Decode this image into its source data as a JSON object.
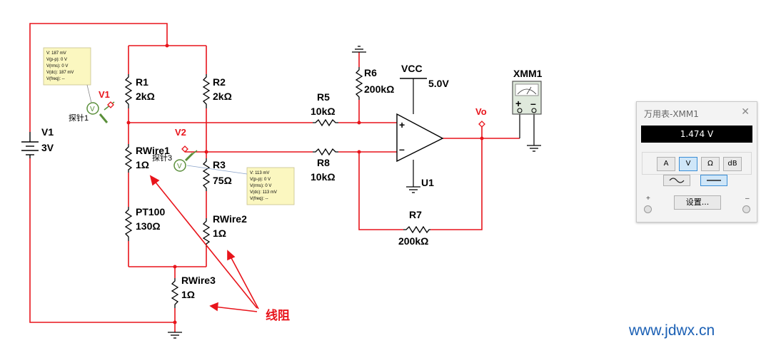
{
  "components": {
    "v1_source": {
      "name": "V1",
      "value": "3V"
    },
    "r1": {
      "name": "R1",
      "value": "2kΩ"
    },
    "r2": {
      "name": "R2",
      "value": "2kΩ"
    },
    "rwire1": {
      "name": "RWire1",
      "value": "1Ω"
    },
    "r3": {
      "name": "R3",
      "value": "75Ω"
    },
    "pt100": {
      "name": "PT100",
      "value": "130Ω"
    },
    "rwire2": {
      "name": "RWire2",
      "value": "1Ω"
    },
    "rwire3": {
      "name": "RWire3",
      "value": "1Ω"
    },
    "r5": {
      "name": "R5",
      "value": "10kΩ"
    },
    "r8": {
      "name": "R8",
      "value": "10kΩ"
    },
    "r6": {
      "name": "R6",
      "value": "200kΩ"
    },
    "r7": {
      "name": "R7",
      "value": "200kΩ"
    },
    "vcc": {
      "name": "VCC",
      "value": "5.0V"
    },
    "opamp": {
      "name": "U1",
      "plus": "+",
      "minus": "–"
    },
    "xmm_symbol": {
      "name": "XMM1",
      "plus": "+",
      "minus": "–"
    }
  },
  "nets": {
    "v1": "V1",
    "v2": "V2",
    "vo": "Vo"
  },
  "probe1": {
    "label": "探针1",
    "readout": [
      "V: 187 mV",
      "V(p-p): 0 V",
      "V(rms): 0 V",
      "V(dc): 187 mV",
      "V(freq): --"
    ]
  },
  "probe3": {
    "label": "探针3",
    "readout": [
      "V: 113 mV",
      "V(p-p): 0 V",
      "V(rms): 0 V",
      "V(dc): 113 mV",
      "V(freq): --"
    ]
  },
  "annotation": {
    "text": "线阻"
  },
  "multimeter": {
    "title": "万用表-XMM1",
    "close": "✕",
    "reading": "1.474 V",
    "modes": [
      "A",
      "V",
      "Ω",
      "dB"
    ],
    "active_mode": "V",
    "waves": [
      "ac",
      "dc"
    ],
    "active_wave": "dc",
    "settings": "设置...",
    "plus": "+",
    "minus": "–"
  },
  "watermark": "www.jdwx.cn",
  "colors": {
    "wire": "#e8141b",
    "component": "#000000",
    "probe": "#5a8f3a",
    "tooltip_bg": "#fbf7c0",
    "watermark": "#1a5fb4"
  }
}
